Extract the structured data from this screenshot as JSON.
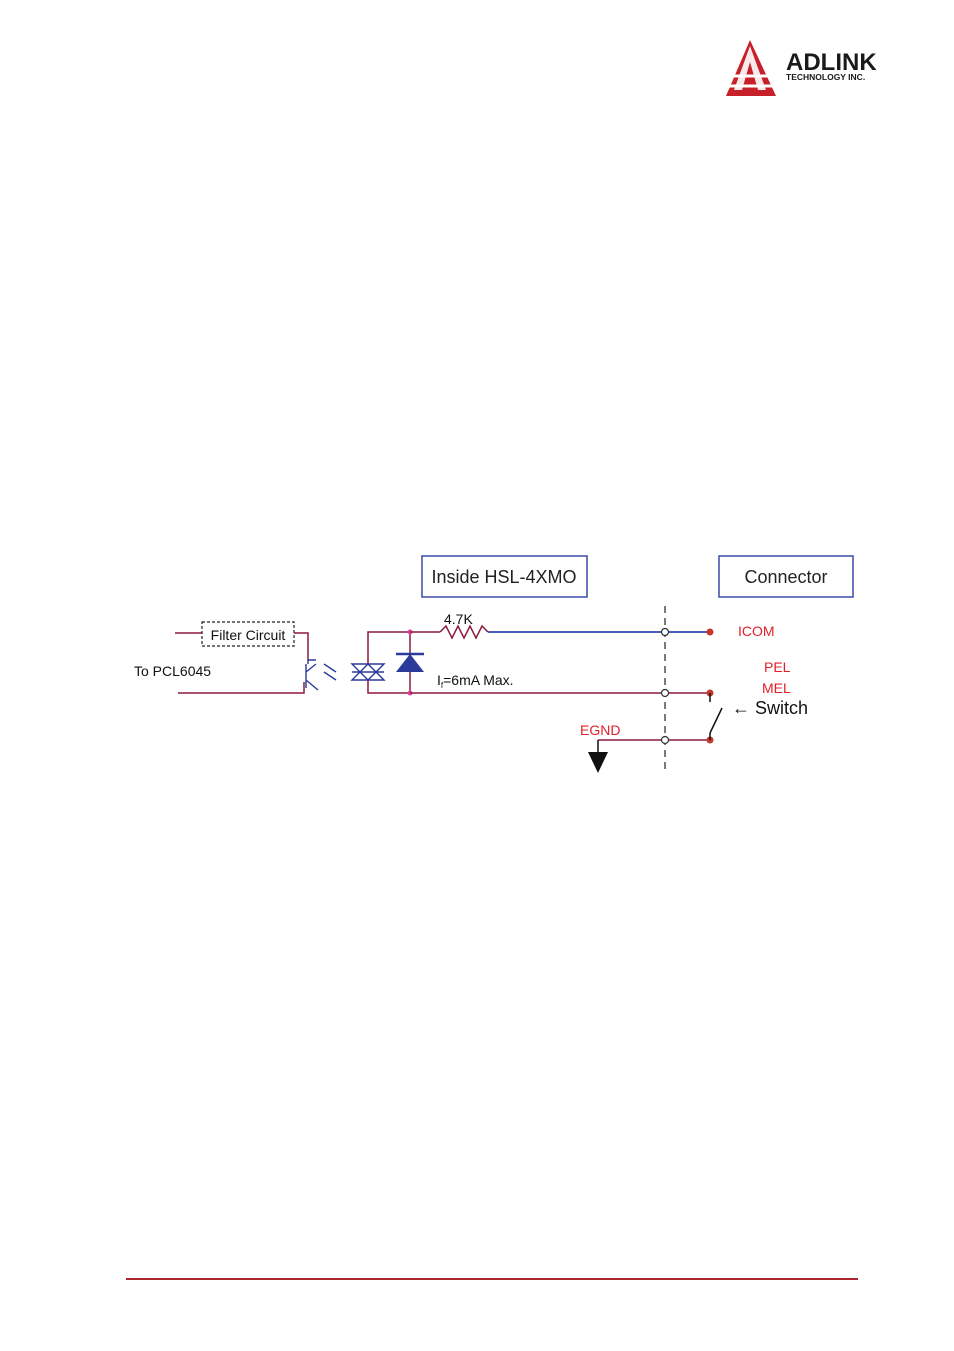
{
  "header": {
    "brand_name": "ADLINK",
    "brand_sub": "TECHNOLOGY INC.",
    "brand_color": "#c8202a"
  },
  "diagram": {
    "box_inside": "Inside HSL-4XMO",
    "box_connector": "Connector",
    "filter_label": "Filter Circuit",
    "to_label": "To PCL6045",
    "resistor_label": "4.7K",
    "current_label": "I",
    "current_sub": "f",
    "current_rest": "=6mA Max.",
    "icom_label": "ICOM",
    "pel_label": "PEL",
    "mel_label": "MEL",
    "switch_label": "← Switch",
    "egnd_label": "EGND",
    "colors": {
      "wire": "#8b1a3a",
      "blue_wire": "#4a5bb8",
      "diode": "#2a3a9a",
      "box_border": "#3a4aa8",
      "pin_red": "#c0392b",
      "label_red": "#e0202a",
      "node_pink": "#e040a0"
    }
  },
  "footer": {
    "rule_color": "#b0262e"
  }
}
